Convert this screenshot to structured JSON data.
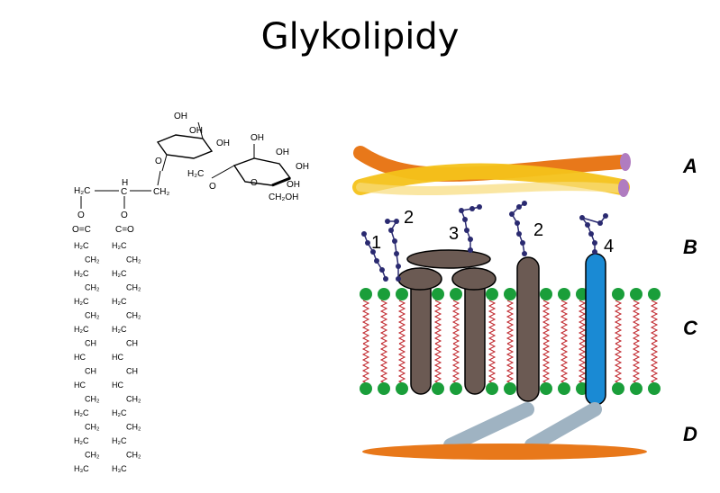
{
  "title": "Glykolipidy",
  "chemistry": {
    "ring_labels": [
      "OH",
      "OH",
      "OH",
      "OH",
      "OH",
      "OH",
      "OH"
    ],
    "ring_o": "O",
    "ch2": "H₂C",
    "ch2oh": "CH₂OH",
    "backbone": [
      "H₂C",
      "H",
      "C",
      "CH₂"
    ],
    "chain_left": [
      "H₂C",
      "CH₂",
      "H₂C",
      "CH₂",
      "H₂C",
      "CH₂",
      "H₂C",
      "CH",
      "HC",
      "CH",
      "HC",
      "CH₂",
      "H₂C",
      "CH₂",
      "H₂C",
      "CH₂",
      "H₃C"
    ],
    "chain_right": [
      "H₂C",
      "CH₂",
      "H₂C",
      "CH₂",
      "H₂C",
      "CH₂",
      "H₂C",
      "CH",
      "HC",
      "CH",
      "HC",
      "CH₂",
      "H₂C",
      "CH₂",
      "H₂C",
      "CH₂",
      "H₃C"
    ]
  },
  "membrane": {
    "numbers": [
      "1",
      "2",
      "3",
      "2",
      "4"
    ],
    "colors": {
      "head": "#1a9e3a",
      "tail": "#c0262c",
      "protein": "#6b5a53",
      "blue_protein": "#1a8ad4",
      "sugar": "#2a2a70",
      "collagen_yellow": "#f4c21a",
      "orange": "#e8781a",
      "grey_blue": "#9fb3c2"
    }
  },
  "row_labels": [
    "A",
    "B",
    "C",
    "D"
  ]
}
